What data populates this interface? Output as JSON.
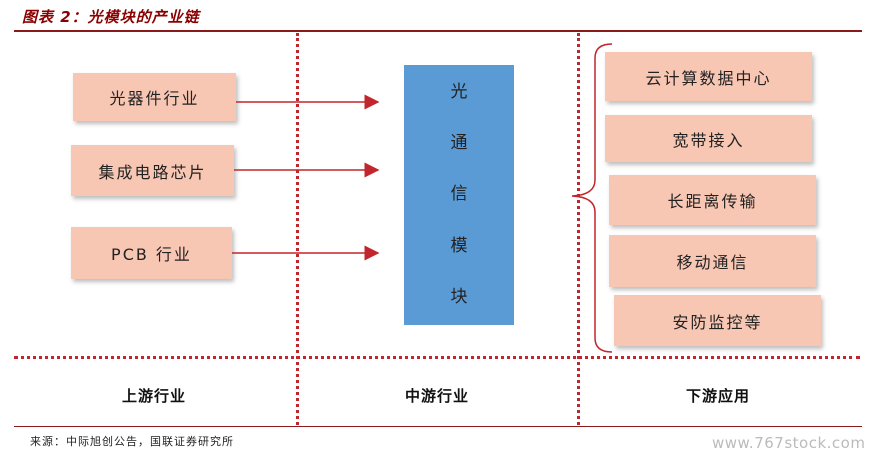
{
  "title": "图表 2：光模块的产业链",
  "upstream": {
    "items": [
      "光器件行业",
      "集成电路芯片",
      "PCB 行业"
    ],
    "label": "上游行业"
  },
  "midstream": {
    "chars": [
      "光",
      "通",
      "信",
      "模",
      "块"
    ],
    "label": "中游行业"
  },
  "downstream": {
    "items": [
      "云计算数据中心",
      "宽带接入",
      "长距离传输",
      "移动通信",
      "安防监控等"
    ],
    "label": "下游应用"
  },
  "source": "来源：中际旭创公告，国联证券研究所",
  "watermark": "www.767stock.com",
  "colors": {
    "accent": "#c0262b",
    "box_fill": "#f8c7b3",
    "center_fill": "#5b9bd5"
  }
}
